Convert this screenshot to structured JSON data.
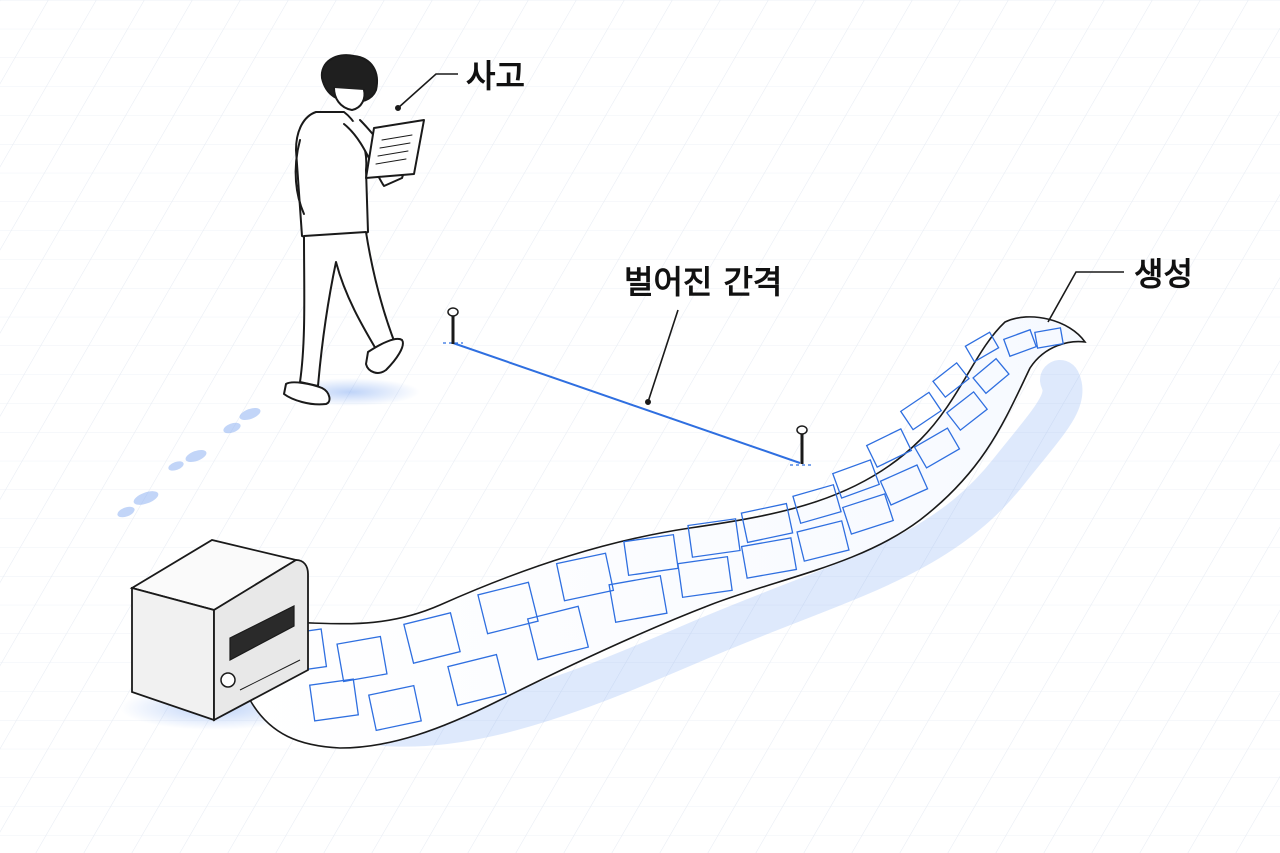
{
  "labels": {
    "thought": "사고",
    "gap": "벌어진 간격",
    "generation": "생성"
  },
  "colors": {
    "ink": "#111111",
    "line": "#1a1a1a",
    "accent": "#2f6fe0",
    "accent_light": "#b9d0f7",
    "grid": "#e6ebf3",
    "paper": "#ffffff",
    "machine_body": "#f4f4f4"
  },
  "icons": {
    "person": "walking-reader-icon",
    "printer": "printer-machine-icon",
    "stake": "stake-pin-icon"
  }
}
